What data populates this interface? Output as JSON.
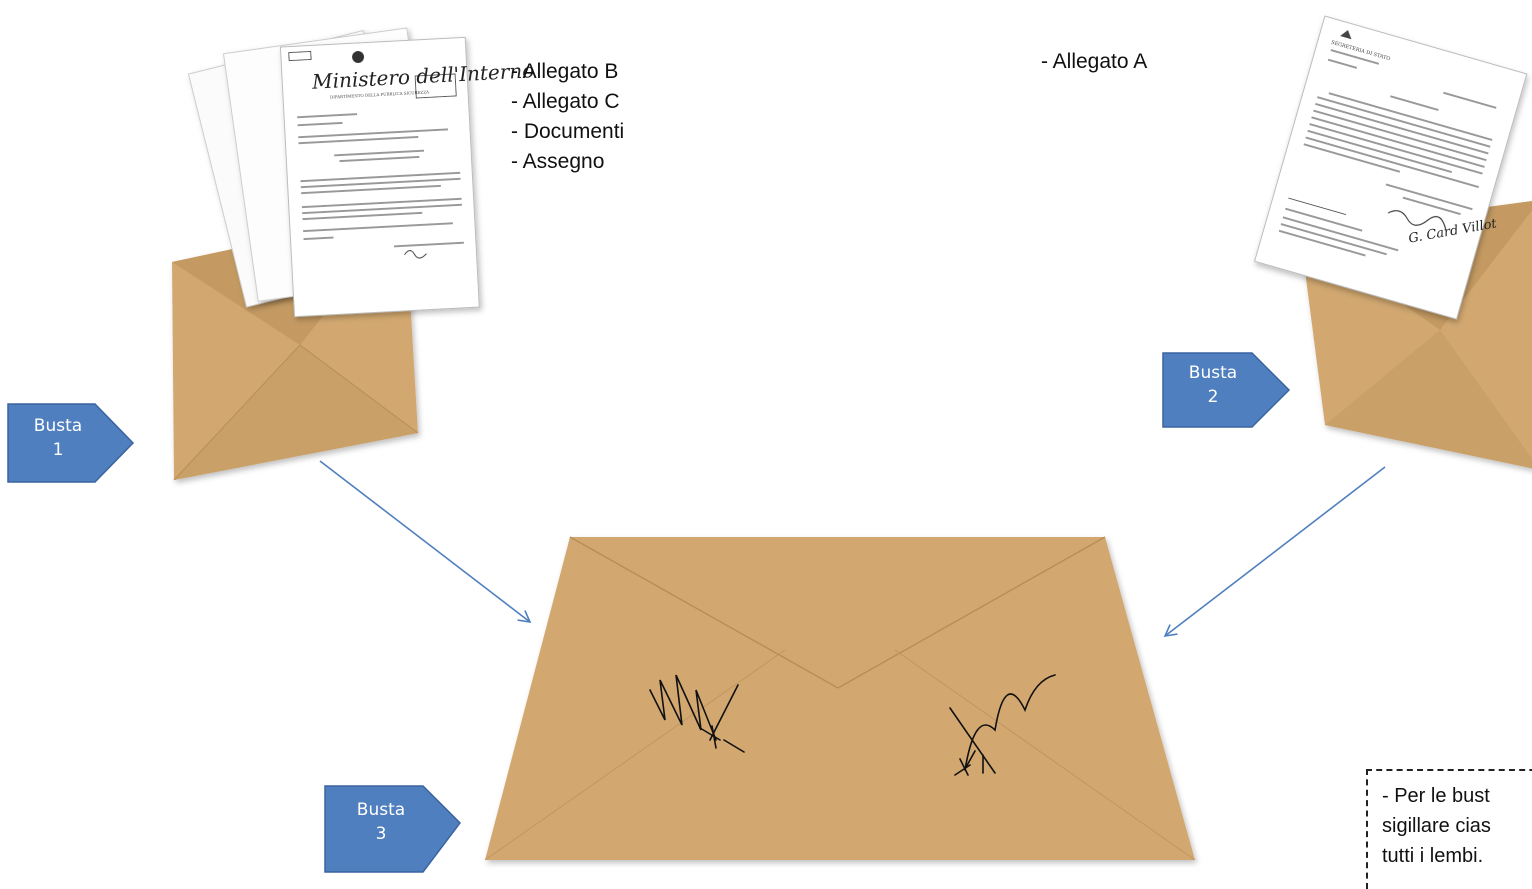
{
  "attachments_left": [
    "- Allegato B",
    "- Allegato C",
    "- Documenti",
    "- Assegno"
  ],
  "attachments_right": [
    "- Allegato A"
  ],
  "envelope_tags": [
    {
      "line1": "Busta",
      "line2": "1"
    },
    {
      "line1": "Busta",
      "line2": "2"
    },
    {
      "line1": "Busta",
      "line2": "3"
    }
  ],
  "note_lines": [
    "- Per le bust",
    "sigillare cias",
    "tutti i lembi."
  ],
  "document_left": {
    "heading": "Ministero dell'Interno",
    "subheading": "DIPARTIMENTO DELLA PUBBLICA SICUREZZA"
  },
  "document_right": {
    "heading": "SEGRETERIA DI STATO",
    "signature": "G. Card Villot"
  },
  "colors": {
    "envelope": "#d2a870",
    "envelope_dark": "#b88e56",
    "envelope_light": "#dcb47c",
    "tag_fill": "#4f7fbf",
    "tag_stroke": "#3a64a0",
    "arrow": "#4f7fbf"
  }
}
